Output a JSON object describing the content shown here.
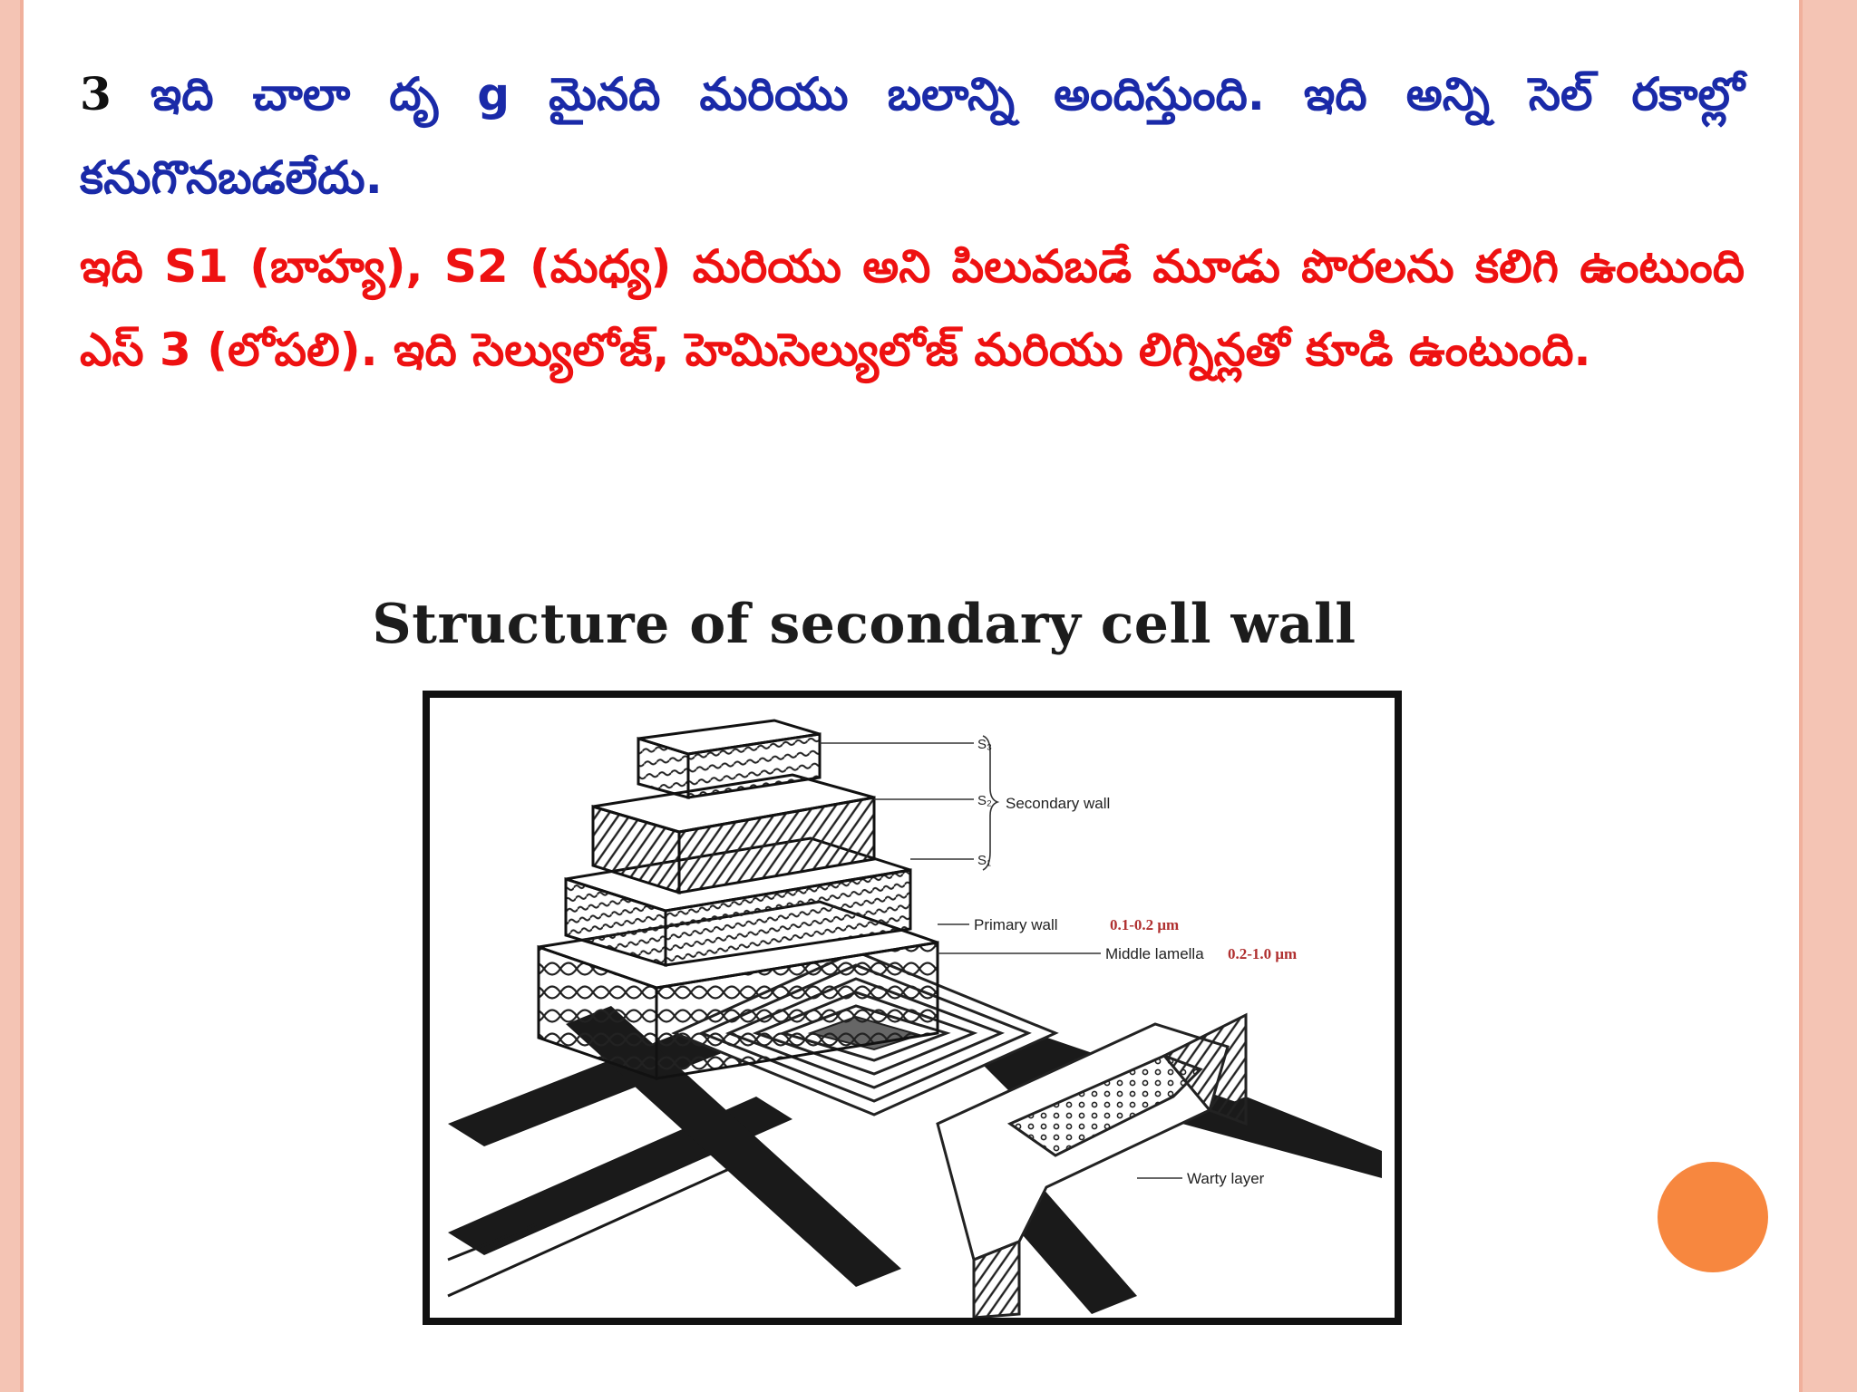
{
  "slide": {
    "para1_number": "3",
    "para1_text": "ఇది చాలా దృ g మైనది మరియు బలాన్ని అందిస్తుంది. ఇది అన్ని సెల్ రకాల్లో కనుగొనబడలేదు.",
    "para2_text": "ఇది S1 (బాహ్య), S2 (మధ్య) మరియు అని పిలువబడే మూడు పొరలను కలిగి ఉంటుంది ఎస్ 3 (లోపలి). ఇది సెల్యులోజ్, హెమిసెల్యులోజ్ మరియు లిగ్నిన్లతో కూడి ఉంటుంది.",
    "colors": {
      "blue_text": "#1a2aa8",
      "red_text": "#ee1111",
      "border": "#f4c4b4",
      "accent_dot": "#f7873f"
    }
  },
  "figure": {
    "title": "Structure of secondary cell wall",
    "labels": {
      "s3": "S₃",
      "s2": "S₂",
      "s1": "S₁",
      "secondary_wall": "Secondary wall",
      "primary_wall": "Primary wall",
      "primary_wall_thickness": "0.1-0.2 μm",
      "middle_lamella": "Middle lamella",
      "middle_lamella_thickness": "0.2-1.0 μm",
      "warty_layer": "Warty layer"
    }
  }
}
